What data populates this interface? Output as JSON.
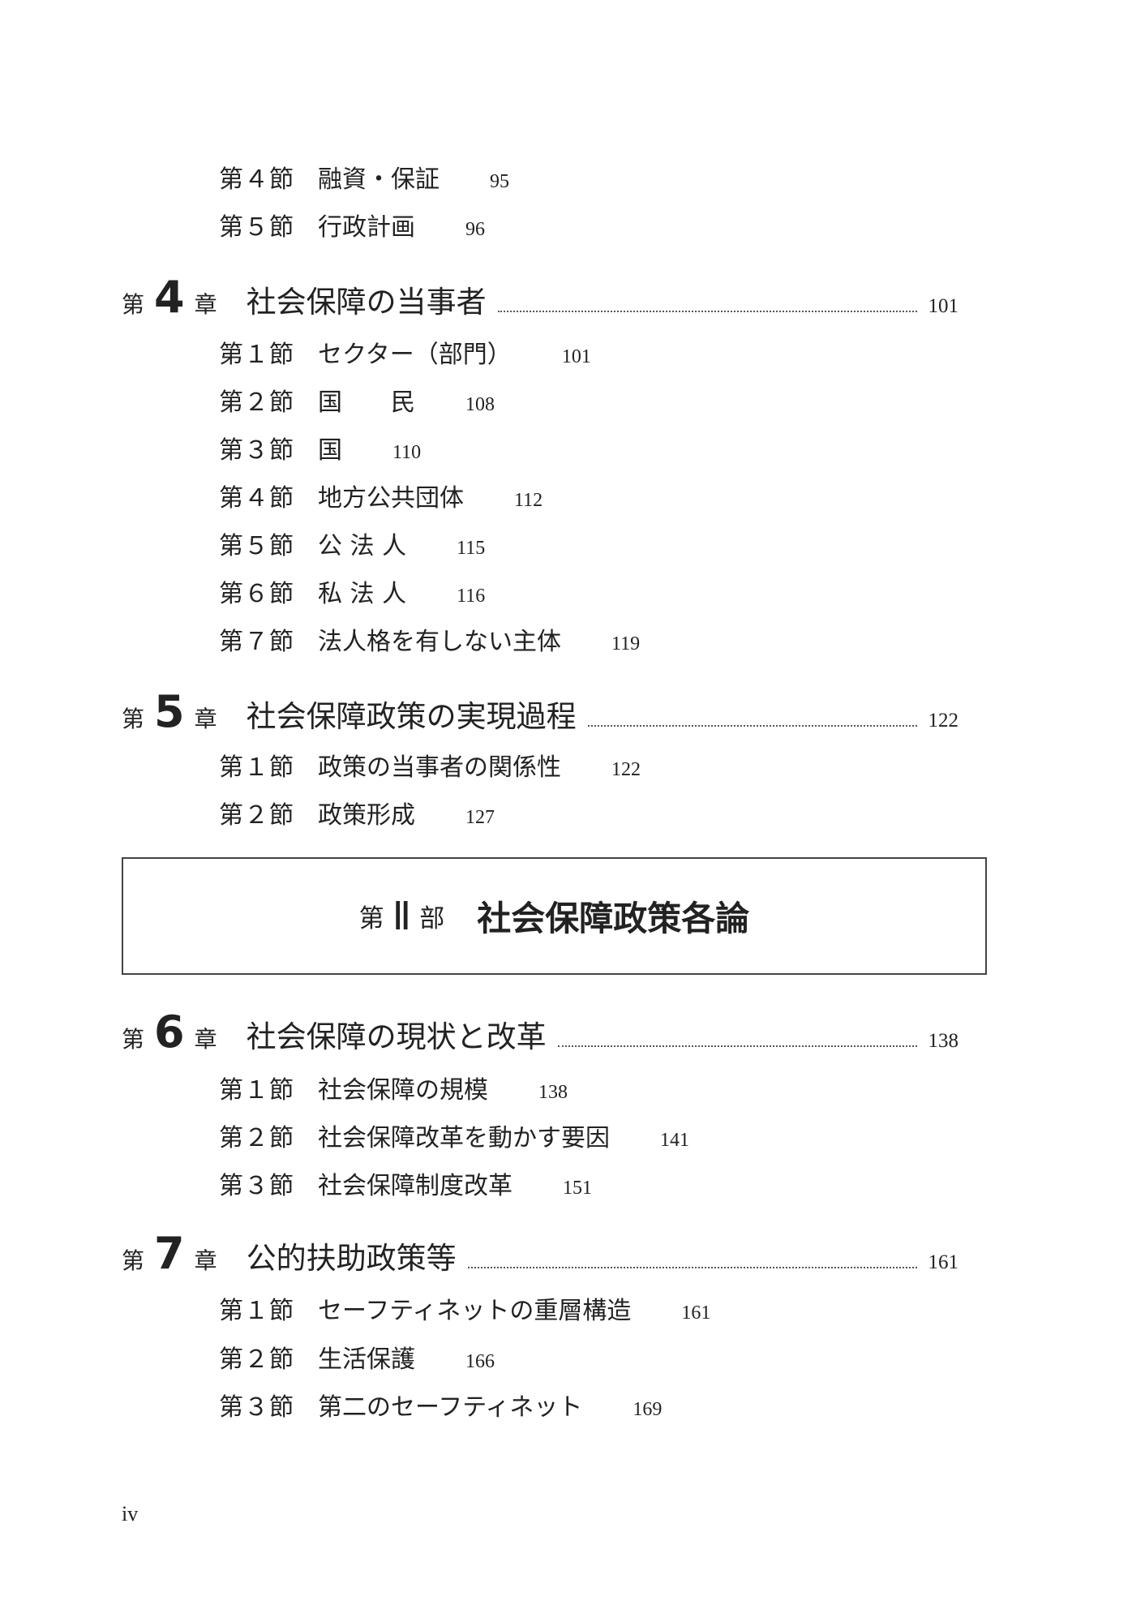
{
  "entries": {
    "s3_4": {
      "label": "第４節",
      "title": "融資・保証",
      "page": "95"
    },
    "s3_5": {
      "label": "第５節",
      "title": "行政計画",
      "page": "96"
    },
    "ch4": {
      "prefix": "第",
      "num": "4",
      "suffix": "章",
      "title": "社会保障の当事者",
      "page": "101",
      "sections": [
        {
          "label": "第１節",
          "title": "セクター（部門）",
          "page": "101"
        },
        {
          "label": "第２節",
          "title": "国　　民",
          "page": "108"
        },
        {
          "label": "第３節",
          "title": "国",
          "page": "110"
        },
        {
          "label": "第４節",
          "title": "地方公共団体",
          "page": "112"
        },
        {
          "label": "第５節",
          "title": "公 法 人",
          "page": "115"
        },
        {
          "label": "第６節",
          "title": "私 法 人",
          "page": "116"
        },
        {
          "label": "第７節",
          "title": "法人格を有しない主体",
          "page": "119"
        }
      ]
    },
    "ch5": {
      "prefix": "第",
      "num": "5",
      "suffix": "章",
      "title": "社会保障政策の実現過程",
      "page": "122",
      "sections": [
        {
          "label": "第１節",
          "title": "政策の当事者の関係性",
          "page": "122"
        },
        {
          "label": "第２節",
          "title": "政策形成",
          "page": "127"
        }
      ]
    },
    "part2": {
      "prefix": "第",
      "num": "Ⅱ",
      "suffix": "部",
      "title": "社会保障政策各論"
    },
    "ch6": {
      "prefix": "第",
      "num": "6",
      "suffix": "章",
      "title": "社会保障の現状と改革",
      "page": "138",
      "sections": [
        {
          "label": "第１節",
          "title": "社会保障の規模",
          "page": "138"
        },
        {
          "label": "第２節",
          "title": "社会保障改革を動かす要因",
          "page": "141"
        },
        {
          "label": "第３節",
          "title": "社会保障制度改革",
          "page": "151"
        }
      ]
    },
    "ch7": {
      "prefix": "第",
      "num": "7",
      "suffix": "章",
      "title": "公的扶助政策等",
      "page": "161",
      "sections": [
        {
          "label": "第１節",
          "title": "セーフティネットの重層構造",
          "page": "161"
        },
        {
          "label": "第２節",
          "title": "生活保護",
          "page": "166"
        },
        {
          "label": "第３節",
          "title": "第二のセーフティネット",
          "page": "169"
        }
      ]
    }
  },
  "folio": "iv"
}
